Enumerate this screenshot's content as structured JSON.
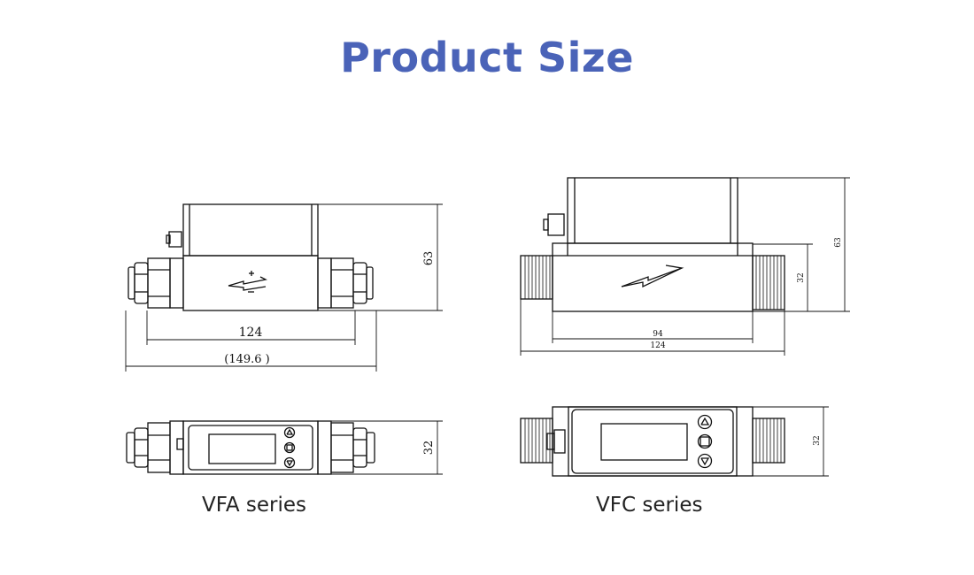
{
  "title": "Product Size",
  "vfa": {
    "label": "VFA series",
    "dim_height": "63",
    "dim_length": "124",
    "dim_overall": "(149.6 )",
    "dim_width": "32"
  },
  "vfc": {
    "label": "VFC series",
    "dim_height": "63",
    "dim_pipe": "32",
    "dim_body": "94",
    "dim_length": "124",
    "dim_width": "32"
  },
  "colors": {
    "title": "#4a63b8",
    "line": "#111111"
  }
}
